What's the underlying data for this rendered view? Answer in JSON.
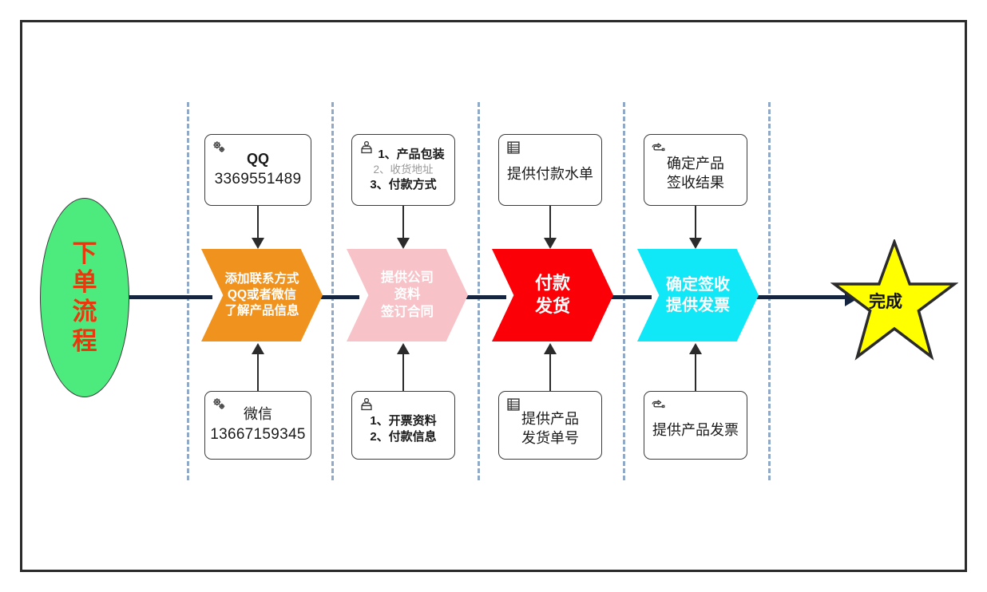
{
  "diagram": {
    "title_shape": {
      "text_lines": [
        "下",
        "单",
        "流",
        "程"
      ],
      "fill": "#4dea7e",
      "text_color": "#e8380d"
    },
    "end_shape": {
      "label": "完成",
      "fill": "#ffff00",
      "stroke": "#2b2b2b"
    },
    "stages": [
      {
        "id": "stage-1",
        "chevron": {
          "lines": [
            "添加联系方式",
            "QQ或者微信",
            "了解产品信息"
          ],
          "fill": "#f0921e"
        },
        "top_note": {
          "icon": "gears-icon",
          "lines": [
            {
              "text": "QQ",
              "style": "bold"
            },
            {
              "text": "3369551489",
              "style": "number"
            }
          ]
        },
        "bottom_note": {
          "icon": "gears-icon",
          "lines": [
            {
              "text": "微信",
              "style": "normal"
            },
            {
              "text": "13667159345",
              "style": "number"
            }
          ]
        }
      },
      {
        "id": "stage-2",
        "chevron": {
          "lines": [
            "提供公司",
            "资料",
            "签订合同"
          ],
          "fill": "#f7c3c8"
        },
        "top_note": {
          "icon": "person-box-icon",
          "lines": [
            {
              "text": "1、产品包装",
              "style": "bold"
            },
            {
              "text": "2、收货地址",
              "style": "gray"
            },
            {
              "text": "3、付款方式",
              "style": "bold"
            }
          ]
        },
        "bottom_note": {
          "icon": "person-box-icon",
          "lines": [
            {
              "text": "1、开票资料",
              "style": "bold"
            },
            {
              "text": "2、付款信息",
              "style": "bold"
            }
          ]
        }
      },
      {
        "id": "stage-3",
        "chevron": {
          "lines": [
            "付款",
            "发货"
          ],
          "fill": "#fb0007"
        },
        "top_note": {
          "icon": "list-document-icon",
          "lines": [
            {
              "text": "提供付款水单",
              "style": "normal"
            }
          ]
        },
        "bottom_note": {
          "icon": "list-document-icon",
          "lines": [
            {
              "text": "提供产品",
              "style": "normal"
            },
            {
              "text": "发货单号",
              "style": "normal"
            }
          ]
        }
      },
      {
        "id": "stage-4",
        "chevron": {
          "lines": [
            "确定签收",
            "提供发票"
          ],
          "fill": "#10e8f8"
        },
        "top_note": {
          "icon": "pointing-hand-icon",
          "lines": [
            {
              "text": "确定产品",
              "style": "normal"
            },
            {
              "text": "签收结果",
              "style": "normal"
            }
          ]
        },
        "bottom_note": {
          "icon": "pointing-hand-icon",
          "lines": [
            {
              "text": "提供产品发票",
              "style": "normal"
            }
          ]
        }
      }
    ],
    "colors": {
      "flow_arrow": "#15253f",
      "separator": "#8fa9c6",
      "note_border": "#3c3c3c",
      "frame": "#2b2b2b"
    }
  }
}
